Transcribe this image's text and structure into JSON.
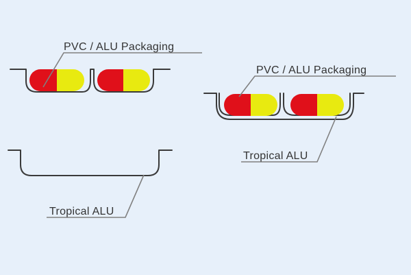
{
  "colors": {
    "background": "#e7f0fa",
    "capsule_red": "#e0101a",
    "capsule_yellow": "#e8ea10",
    "outline": "#3a3a3a",
    "leader_line": "#808080"
  },
  "labels": {
    "left_pvc": "PVC / ALU Packaging",
    "left_tropical": "Tropical ALU",
    "right_pvc": "PVC / ALU Packaging",
    "right_tropical": "Tropical ALU"
  }
}
